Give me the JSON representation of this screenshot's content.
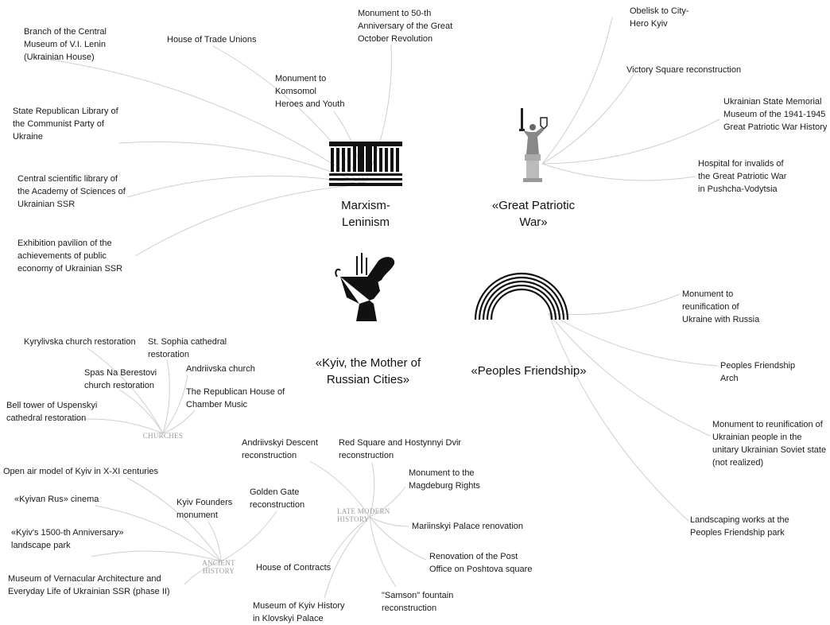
{
  "clusters": {
    "marxism": "Marxism-\nLeninism",
    "war": "«Great Patriotic\nWar»",
    "kyiv": "«Kyiv, the Mother of\nRussian Cities»",
    "friendship": "«Peoples Friendship»"
  },
  "subclusters": {
    "churches": "CHURCHES",
    "ancient": "ANCIENT\nHISTORY",
    "late_modern": "LATE MODERN\nHISTORY"
  },
  "marxism_items": [
    "Branch of the Central\nMuseum of V.I. Lenin\n(Ukrainian House)",
    "House of Trade Unions",
    "Monument to 50-th\nAnniversary of the Great\nOctober Revolution",
    "Monument to\nKomsomol\nHeroes and Youth",
    "State Republican Library of\nthe Communist Party of\nUkraine",
    "Central scientific library of\nthe Academy of Sciences of\nUkrainian SSR",
    "Exhibition pavilion of the\nachievements of public\neconomy of Ukrainian SSR"
  ],
  "war_items": [
    "Obelisk to City-\nHero Kyiv",
    "Victory Square reconstruction",
    "Ukrainian State Memorial\nMuseum of the 1941-1945\nGreat Patriotic War History",
    "Hospital for invalids of\nthe Great Patriotic War\nin Pushcha-Vodytsia"
  ],
  "friendship_items": [
    "Monument to\nreunification of\nUkraine with Russia",
    "Peoples Friendship\nArch",
    "Monument to reunification of\nUkrainian people in the\nunitary Ukrainian Soviet state\n(not realized)",
    "Landscaping works at the\nPeoples Friendship park"
  ],
  "churches_items": [
    "Kyrylivska church restoration",
    "St. Sophia cathedral\nrestoration",
    "Spas Na Berestovi\nchurch restoration",
    "Andriivska church",
    "The Republican House of\nChamber Music",
    "Bell tower of Uspenskyi\ncathedral restoration"
  ],
  "ancient_items": [
    "Open air model of Kyiv in X-XI centuries",
    "«Kyivan Rus» cinema",
    "Kyiv Founders\nmonument",
    "Golden Gate\nreconstruction",
    "«Kyiv's 1500-th Anniversary»\nlandscape park",
    "Museum of Vernacular Architecture and\nEveryday Life of Ukrainian SSR (phase II)"
  ],
  "late_modern_items": [
    "Andriivskyi Descent\nreconstruction",
    "Red Square and Hostynnyi Dvir\nreconstruction",
    "Monument to the\nMagdeburg Rights",
    "Mariinskyi Palace renovation",
    "Renovation of the Post\nOffice on Poshtova square",
    "House of Contracts",
    "\"Samson\" fountain\nreconstruction",
    "Museum of Kyiv History\nin Klovskyi Palace"
  ],
  "icons": {
    "marxism": "lenin-monument-icon",
    "war": "motherland-monument-icon",
    "kyiv": "kyiv-founders-boat-icon",
    "friendship": "friendship-arch-icon"
  },
  "colors": {
    "text": "#1a1a1a",
    "link": "#cfcfcf",
    "subcluster": "#9a9a9a"
  }
}
